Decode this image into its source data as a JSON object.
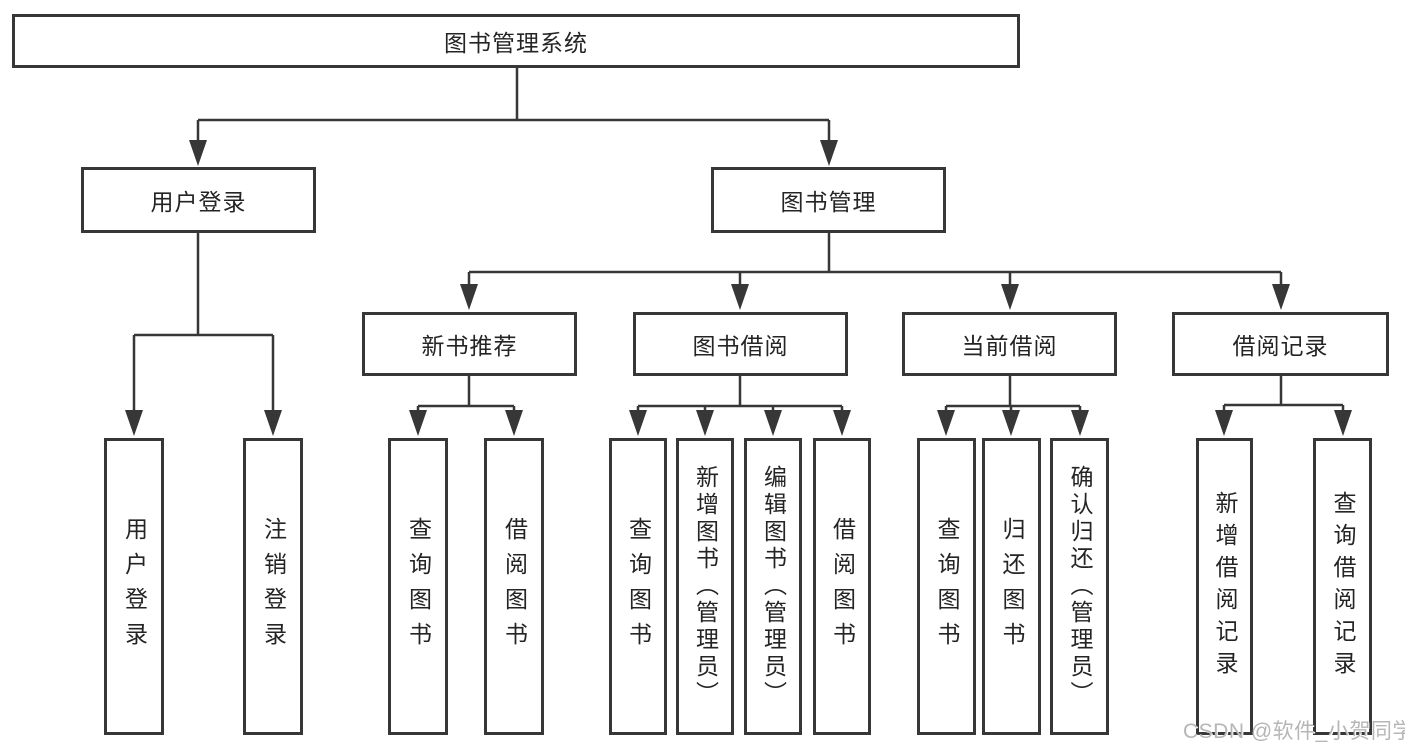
{
  "tree": {
    "label": "图书管理系统",
    "children": [
      {
        "label": "用户登录",
        "children": [
          {
            "label": "用户登录"
          },
          {
            "label": "注销登录"
          }
        ]
      },
      {
        "label": "图书管理",
        "children": [
          {
            "label": "新书推荐",
            "children": [
              {
                "label": "查询图书"
              },
              {
                "label": "借阅图书"
              }
            ]
          },
          {
            "label": "图书借阅",
            "children": [
              {
                "label": "查询图书"
              },
              {
                "label": "新增图书（管理员）"
              },
              {
                "label": "编辑图书（管理员）"
              },
              {
                "label": "借阅图书"
              }
            ]
          },
          {
            "label": "当前借阅",
            "children": [
              {
                "label": "查询图书"
              },
              {
                "label": "归还图书"
              },
              {
                "label": "确认归还（管理员）"
              }
            ]
          },
          {
            "label": "借阅记录",
            "children": [
              {
                "label": "新增借阅记录"
              },
              {
                "label": "查询借阅记录"
              }
            ]
          }
        ]
      }
    ]
  },
  "watermark": {
    "text": "CSDN @软件_小贺同学"
  },
  "colors": {
    "line": "#373737",
    "text": "#242424",
    "background": "#ffffff",
    "watermark": "#b6b6b6"
  }
}
